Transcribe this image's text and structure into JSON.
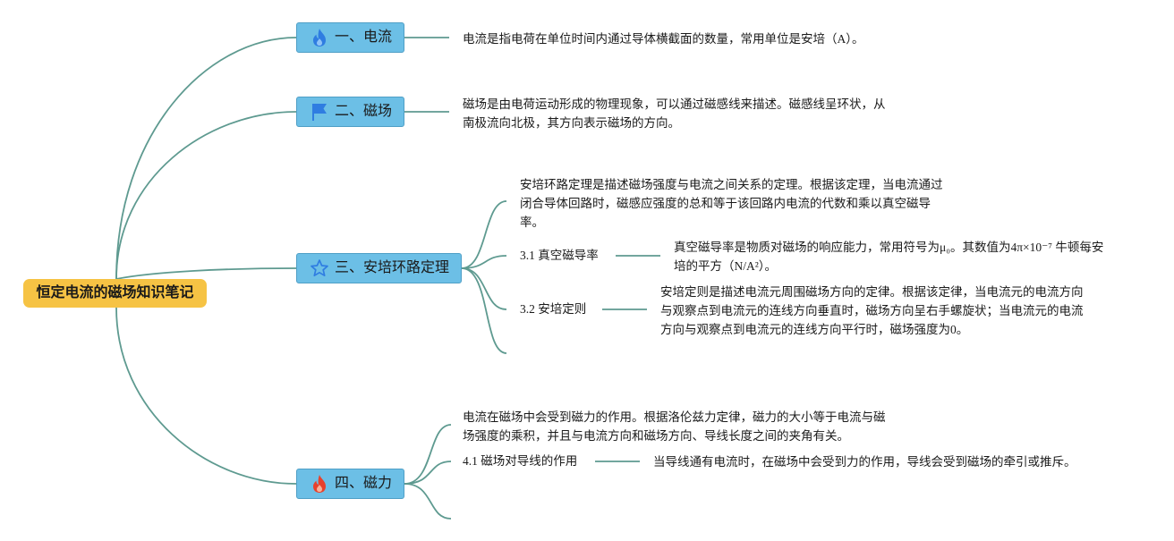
{
  "root": {
    "title": "恒定电流的磁场知识笔记"
  },
  "topics": [
    {
      "label": "一、电流",
      "icon": "flame-icon",
      "icon_color": "#2f7de1",
      "description": "电流是指电荷在单位时间内通过导体横截面的数量，常用单位是安培（A）。"
    },
    {
      "label": "二、磁场",
      "icon": "flag-icon",
      "icon_color": "#2f7de1",
      "description_lines": [
        "磁场是由电荷运动形成的物理现象，可以通过磁感线来描述。磁感线呈环状，从",
        "南极流向北极，其方向表示磁场的方向。"
      ]
    },
    {
      "label": "三、安培环路定理",
      "icon": "star-outline-icon",
      "icon_color": "#2f7de1",
      "description_lines": [
        "安培环路定理是描述磁场强度与电流之间关系的定理。根据该定理，当电流通过",
        "闭合导体回路时，磁感应强度的总和等于该回路内电流的代数和乘以真空磁导",
        "率。"
      ],
      "subtopics": [
        {
          "label": "3.1 真空磁导率",
          "description_lines": [
            "真空磁导率是物质对磁场的响应能力，常用符号为μ₀。其数值为4π×10⁻⁷ 牛顿每安",
            "培的平方（N/A²）。"
          ]
        },
        {
          "label": "3.2 安培定则",
          "description_lines": [
            "安培定则是描述电流元周围磁场方向的定律。根据该定律，当电流元的电流方向",
            "与观察点到电流元的连线方向垂直时，磁场方向呈右手螺旋状；当电流元的电流",
            "方向与观察点到电流元的连线方向平行时，磁场强度为0。"
          ]
        }
      ]
    },
    {
      "label": "四、磁力",
      "icon": "fire-icon",
      "icon_color": "#e8412c",
      "description_lines": [
        "电流在磁场中会受到磁力的作用。根据洛伦兹力定律，磁力的大小等于电流与磁",
        "场强度的乘积，并且与电流方向和磁场方向、导线长度之间的夹角有关。"
      ],
      "subtopics": [
        {
          "label": "4.1 磁场对导线的作用",
          "description": "当导线通有电流时，在磁场中会受到力的作用，导线会受到磁场的牵引或推斥。"
        }
      ]
    }
  ],
  "colors": {
    "root_fill": "#f6c344",
    "topic_fill": "#6cbfe6",
    "topic_border": "#4f9fc6",
    "connector": "#5e9a90"
  }
}
